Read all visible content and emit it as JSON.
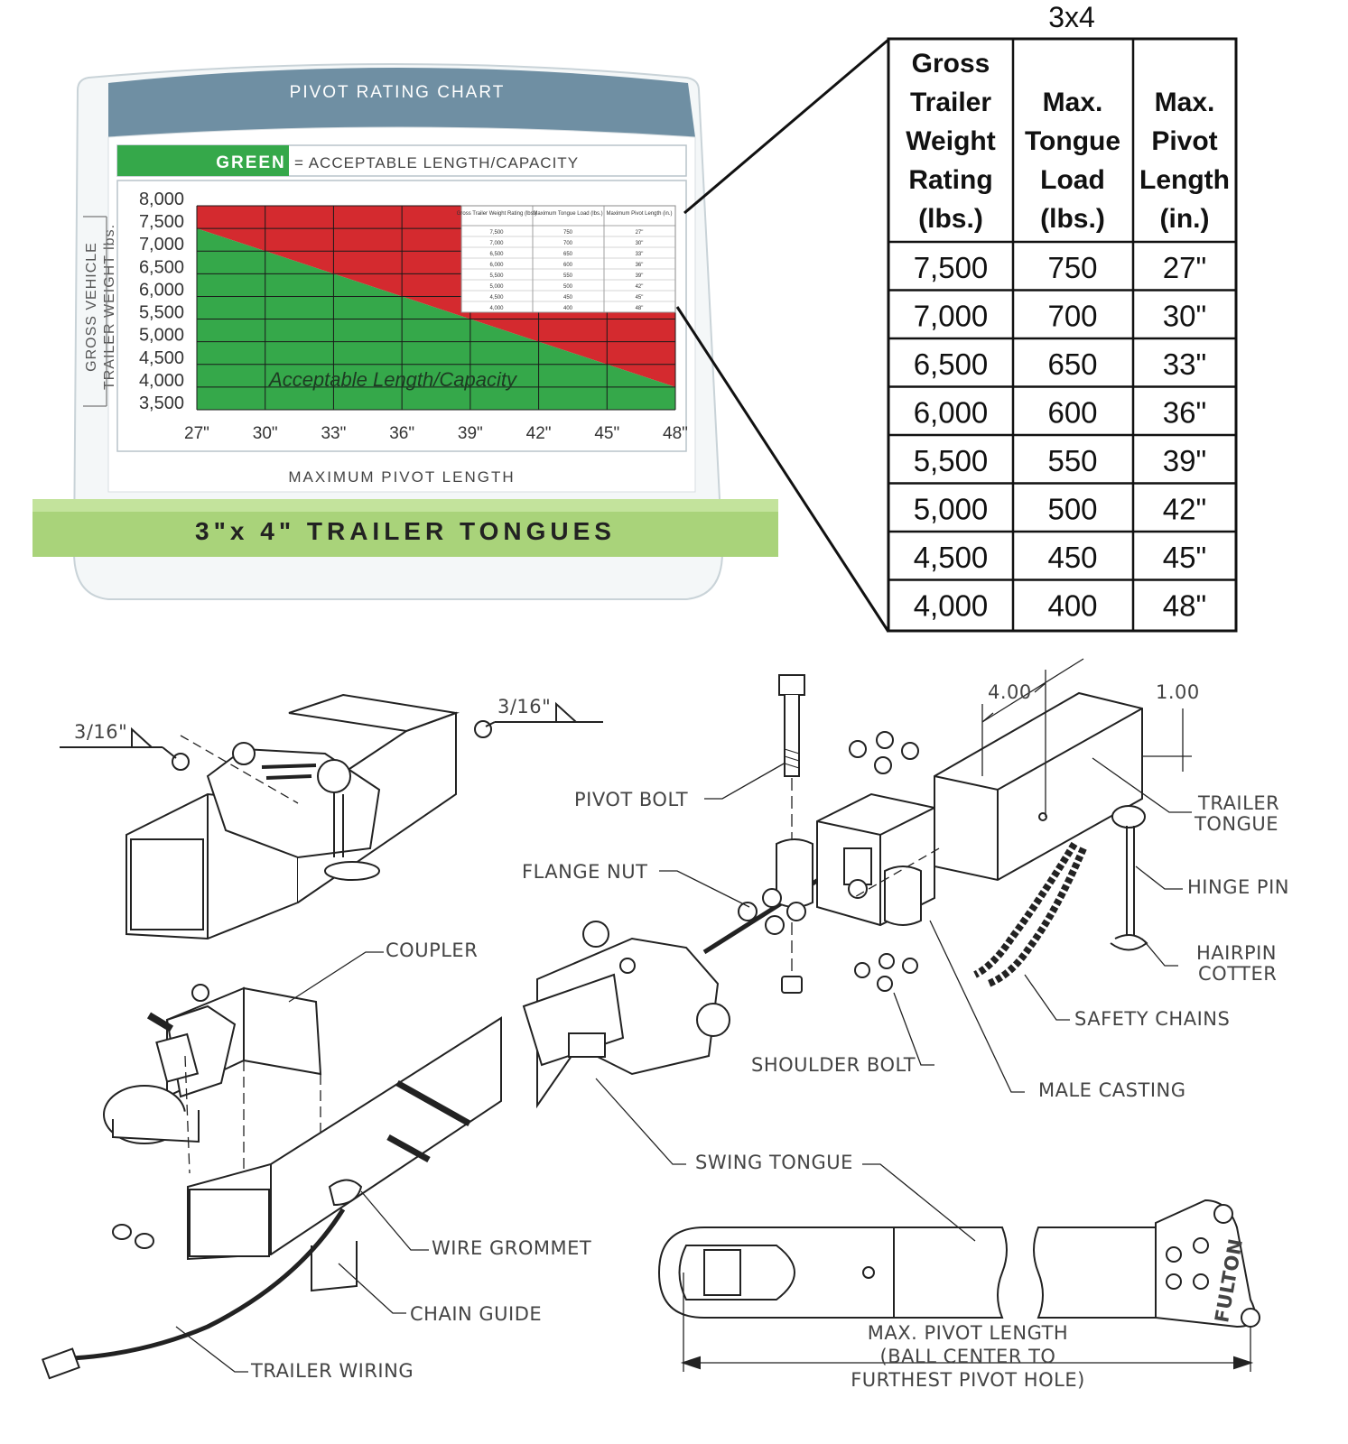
{
  "pivot_chart": {
    "header": "PIVOT RATING CHART",
    "legend_key": "GREEN",
    "legend_text": "= ACCEPTABLE LENGTH/CAPACITY",
    "y_axis_title_line1": "GROSS VEHICLE",
    "y_axis_title_line2": "TRAILER WEIGHT lbs.",
    "x_axis_title": "MAXIMUM PIVOT LENGTH",
    "region_label": "Acceptable Length/Capacity",
    "banner": "3\"x 4\" TRAILER TONGUES",
    "colors": {
      "header": "#6f8fa3",
      "green": "#35a84a",
      "red": "#d42a2f",
      "banner": "#a9d37a"
    }
  },
  "chart_data": {
    "type": "area",
    "x_ticks": [
      "27\"",
      "30\"",
      "33\"",
      "36\"",
      "39\"",
      "42\"",
      "45\"",
      "48\""
    ],
    "y_ticks": [
      "8,000",
      "7,500",
      "7,000",
      "6,500",
      "6,000",
      "5,500",
      "5,000",
      "4,500",
      "4,000",
      "3,500"
    ],
    "xlim": [
      27,
      48
    ],
    "ylim": [
      3500,
      8000
    ],
    "boundary": {
      "x": [
        27,
        48
      ],
      "y": [
        7500,
        4000
      ]
    },
    "grid": true
  },
  "table": {
    "title": "3x4",
    "headers": [
      [
        "Gross",
        "Trailer",
        "Weight",
        "Rating",
        "(lbs.)"
      ],
      [
        "Max.",
        "Tongue",
        "Load",
        "(lbs.)"
      ],
      [
        "Max.",
        "Pivot",
        "Length",
        "(in.)"
      ]
    ],
    "mini_headers": [
      "Gross Trailer Weight Rating (lbs.)",
      "Maximum Tongue Load (lbs.)",
      "Maximum Pivot Length (in.)"
    ],
    "rows": [
      [
        "7,500",
        "750",
        "27\""
      ],
      [
        "7,000",
        "700",
        "30\""
      ],
      [
        "6,500",
        "650",
        "33\""
      ],
      [
        "6,000",
        "600",
        "36\""
      ],
      [
        "5,500",
        "550",
        "39\""
      ],
      [
        "5,000",
        "500",
        "42\""
      ],
      [
        "4,500",
        "450",
        "45\""
      ],
      [
        "4,000",
        "400",
        "48\""
      ]
    ]
  },
  "diagram": {
    "weld_left": "3/16\"",
    "weld_right": "3/16\"",
    "dim_tongue_width": "4.00",
    "dim_offset": "1.00",
    "labels": {
      "pivot_bolt": "PIVOT BOLT",
      "flange_nut": "FLANGE NUT",
      "trailer_tongue_1": "TRAILER",
      "trailer_tongue_2": "TONGUE",
      "hinge_pin": "HINGE PIN",
      "hairpin_1": "HAIRPIN",
      "hairpin_2": "COTTER",
      "safety_chains": "SAFETY CHAINS",
      "male_casting": "MALE CASTING",
      "shoulder_bolt": "SHOULDER BOLT",
      "coupler": "COUPLER",
      "swing_tongue": "SWING TONGUE",
      "wire_grommet": "WIRE GROMMET",
      "chain_guide": "CHAIN GUIDE",
      "trailer_wiring": "TRAILER WIRING",
      "pivot_length_1": "MAX. PIVOT LENGTH",
      "pivot_length_2": "(BALL CENTER TO",
      "pivot_length_3": "FURTHEST PIVOT HOLE)",
      "brand": "FULTON"
    }
  }
}
